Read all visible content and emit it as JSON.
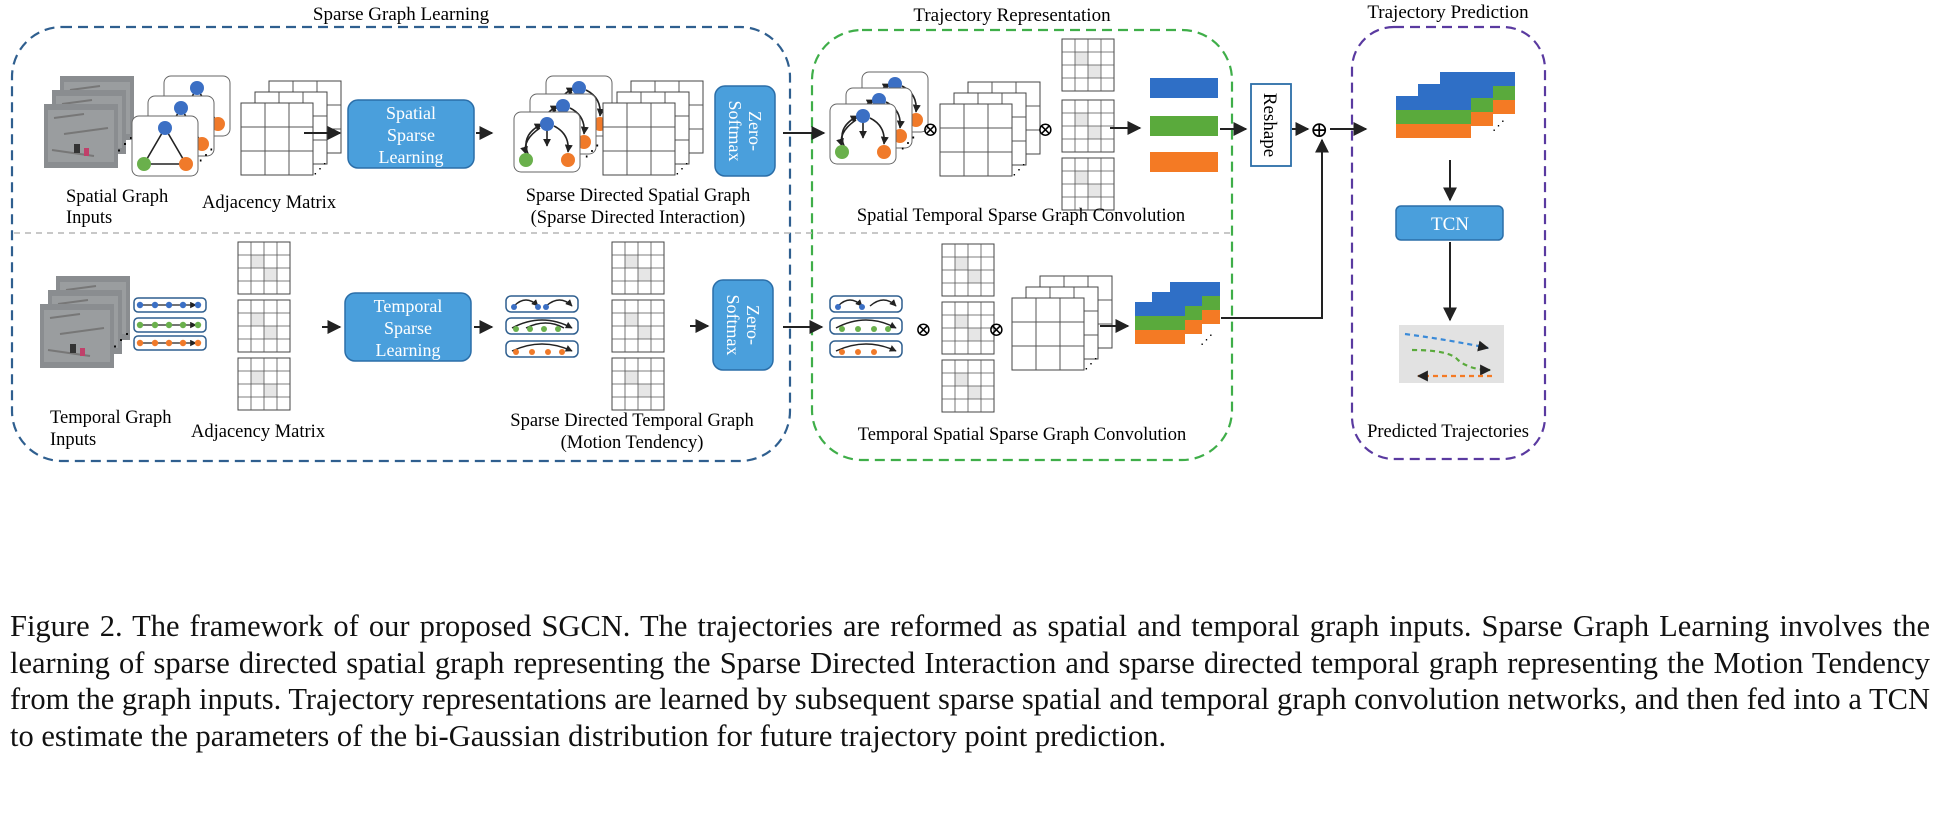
{
  "sections": {
    "sparse_graph_learning": "Sparse Graph Learning",
    "trajectory_representation": "Trajectory Representation",
    "trajectory_prediction": "Trajectory Prediction"
  },
  "labels": {
    "spatial_graph_inputs_1": "Spatial Graph",
    "spatial_graph_inputs_2": "Inputs",
    "adjacency_matrix_spatial": "Adjacency Matrix",
    "sparse_directed_spatial_graph_1": "Sparse Directed Spatial Graph",
    "sparse_directed_spatial_graph_2": "(Sparse Directed Interaction)",
    "st_conv": "Spatial Temporal Sparse Graph Convolution",
    "temporal_graph_inputs_1": "Temporal Graph",
    "temporal_graph_inputs_2": "Inputs",
    "adjacency_matrix_temporal": "Adjacency Matrix",
    "sparse_directed_temporal_graph_1": "Sparse Directed Temporal Graph",
    "sparse_directed_temporal_graph_2": "(Motion Tendency)",
    "ts_conv": "Temporal Spatial Sparse Graph Convolution",
    "predicted_trajectories": "Predicted Trajectories"
  },
  "blocks": {
    "spatial_sparse_learning": [
      "Spatial",
      "Sparse",
      "Learning"
    ],
    "temporal_sparse_learning": [
      "Temporal",
      "Sparse",
      "Learning"
    ],
    "zero_softmax": [
      "Zero-",
      "Softmax"
    ],
    "reshape": "Reshape",
    "tcn": "TCN"
  },
  "symbols": {
    "otimes": "⊗",
    "oplus": "⊕",
    "ellipsis": "⋰"
  },
  "caption": "Figure 2. The framework of our proposed SGCN. The trajectories are reformed as spatial and temporal graph inputs. Sparse Graph Learning involves the learning of sparse directed spatial graph representing the Sparse Directed Interaction and sparse directed temporal graph representing the Motion Tendency from the graph inputs. Trajectory representations are learned by subsequent sparse spatial and temporal graph convolution networks, and then fed into a TCN to estimate the parameters of the bi-Gaussian distribution for future trajectory point prediction.",
  "colors": {
    "block_fill": "#4a9fdc",
    "block_stroke": "#2b6ea8",
    "sgl_border": "#2f5f8f",
    "tr_border": "#3fae49",
    "tp_border": "#5a3aa0",
    "node_blue": "#3b6fc4",
    "node_orange": "#f07a2a",
    "node_green": "#6ab04c",
    "bar_blue": "#2f6fc6",
    "bar_green": "#5aaa3c",
    "bar_orange": "#f47a24"
  }
}
